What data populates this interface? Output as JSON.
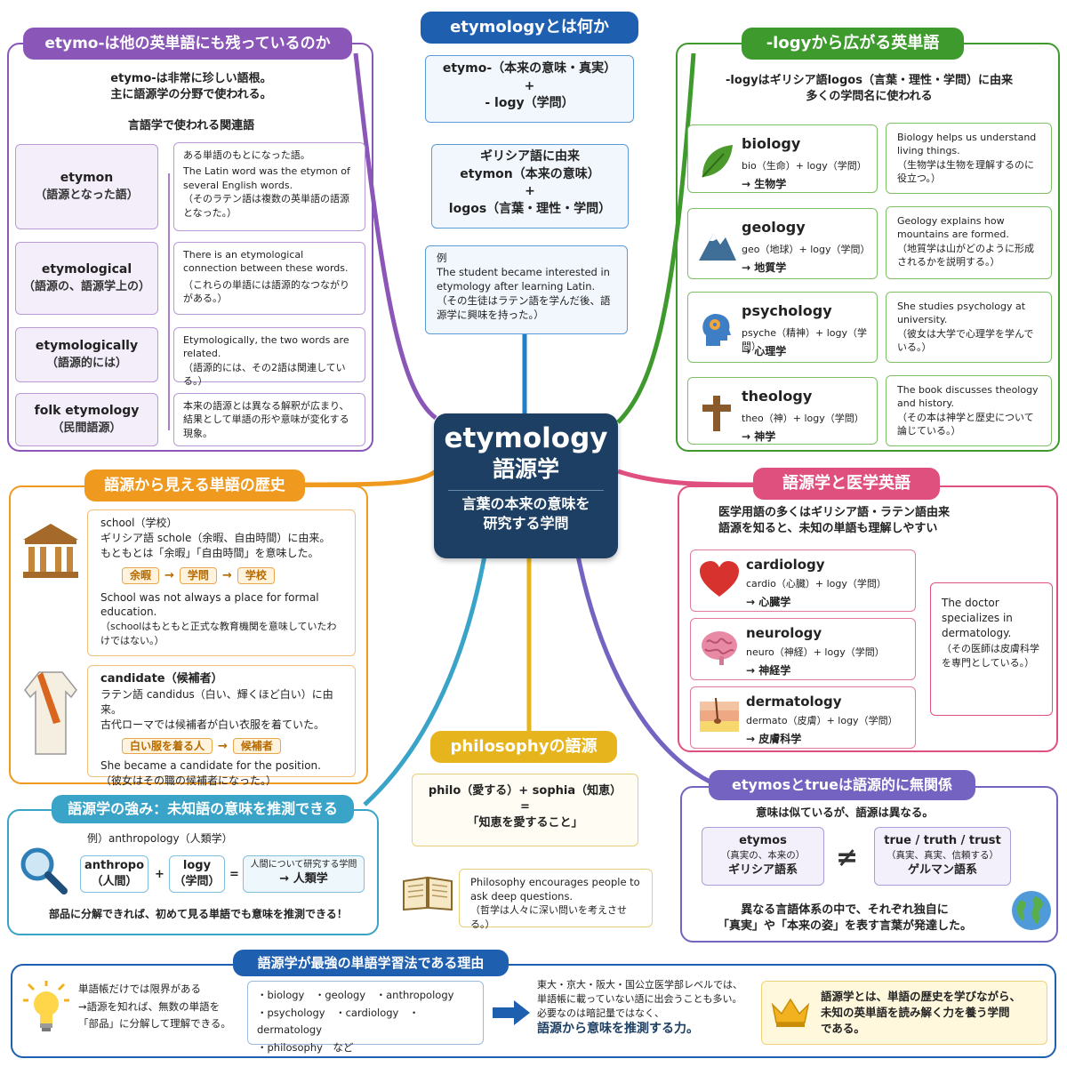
{
  "center": {
    "title_en": "etymology",
    "title_jp": "語源学",
    "subtitle_l1": "言葉の本来の意味を",
    "subtitle_l2": "研究する学問"
  },
  "top": {
    "header": "etymologyとは何か",
    "box1": {
      "l1": "etymo-（本来の意味・真実）",
      "l2": "+",
      "l3": "- logy（学問）"
    },
    "box2": {
      "l1": "ギリシア語に由来",
      "l2": "etymon（本来の意味）",
      "l3": "+",
      "l4": "logos（言葉・理性・学問）"
    },
    "box3": {
      "label": "例",
      "en": "The student became interested in etymology after learning Latin.",
      "jp": "（その生徒はラテン語を学んだ後、語源学に興味を持った。）"
    }
  },
  "etymo": {
    "header": "etymo-は他の英単語にも残っているのか",
    "intro": "etymo-は非常に珍しい語根。\n主に語源学の分野で使われる。",
    "subhead": "言語学で使われる関連語",
    "items": [
      {
        "word": "etymon",
        "jp": "（語源となった語）",
        "desc": "ある単語のもとになった語。",
        "en": "The Latin word was the etymon of several English words.",
        "tr": "（そのラテン語は複数の英単語の語源となった。）"
      },
      {
        "word": "etymological",
        "jp": "（語源の、語源学上の）",
        "desc": "",
        "en": "There is an etymological connection between these words.",
        "tr": "（これらの単語には語源的なつながりがある。）"
      },
      {
        "word": "etymologically",
        "jp": "（語源的には）",
        "desc": "",
        "en": "Etymologically, the two words are related.",
        "tr": "（語源的には、その2語は関連している。）"
      },
      {
        "word": "folk etymology",
        "jp": "（民間語源）",
        "desc": "本来の語源とは異なる解釈が広まり、結果として単語の形や意味が変化する現象。",
        "en": "",
        "tr": ""
      }
    ]
  },
  "logy": {
    "header": "-logyから広がる英単語",
    "intro": "-logyはギリシア語logos（言葉・理性・学問）に由来\n多くの学問名に使われる",
    "items": [
      {
        "word": "biology",
        "formula": "bio（生命）+ logy（学問）",
        "meaning": "→ 生物学",
        "icon": "leaf-icon",
        "en": "Biology helps us understand living things.",
        "tr": "（生物学は生物を理解するのに役立つ。）"
      },
      {
        "word": "geology",
        "formula": "geo（地球）+ logy（学問）",
        "meaning": "→ 地質学",
        "icon": "mountain-icon",
        "en": "Geology explains how mountains are formed.",
        "tr": "（地質学は山がどのように形成されるかを説明する。）"
      },
      {
        "word": "psychology",
        "formula": "psyche（精神）+ logy（学問）",
        "meaning": "→ 心理学",
        "icon": "head-gears-icon",
        "en": "She studies psychology at university.",
        "tr": "（彼女は大学で心理学を学んでいる。）"
      },
      {
        "word": "theology",
        "formula": "theo（神）+ logy（学問）",
        "meaning": "→ 神学",
        "icon": "cross-icon",
        "en": "The book discusses theology and history.",
        "tr": "（その本は神学と歴史について論じている。）"
      }
    ]
  },
  "history": {
    "header": "語源から見える単語の歴史",
    "school": {
      "title": "school（学校）",
      "desc": "ギリシア語 schole（余暇、自由時間）に由来。\nもともとは「余暇」「自由時間」を意味した。",
      "chips": [
        "余暇",
        "学問",
        "学校"
      ],
      "en": "School was not always a place for formal education.",
      "tr": "（schoolはもともと正式な教育機関を意味していたわけではない。）"
    },
    "candidate": {
      "title": "candidate（候補者）",
      "desc": "ラテン語 candidus（白い、輝くほど白い）に由来。\n古代ローマでは候補者が白い衣服を着ていた。",
      "chips": [
        "白い服を着る人",
        "候補者"
      ],
      "en": "She became a candidate for the position.",
      "tr": "（彼女はその職の候補者になった。）"
    }
  },
  "medical": {
    "header": "語源学と医学英語",
    "intro": "医学用語の多くはギリシア語・ラテン語由来\n語源を知ると、未知の単語も理解しやすい",
    "items": [
      {
        "word": "cardiology",
        "formula": "cardio（心臓）+ logy（学問）",
        "meaning": "→ 心臓学",
        "icon": "heart-icon"
      },
      {
        "word": "neurology",
        "formula": "neuro（神経）+ logy（学問）",
        "meaning": "→ 神経学",
        "icon": "brain-icon"
      },
      {
        "word": "dermatology",
        "formula": "dermato（皮膚）+ logy（学問）",
        "meaning": "→ 皮膚科学",
        "icon": "skin-icon"
      }
    ],
    "example_en": "The doctor specializes in dermatology.",
    "example_tr": "（その医師は皮膚科学を専門としている。）"
  },
  "strength": {
    "header": "語源学の強み：未知語の意味を推測できる",
    "example": "例）anthropology（人類学）",
    "part1": "anthropo\n（人間）",
    "plus": "+",
    "part2": "logy\n（学問）",
    "eq": "=",
    "result_top": "人間について研究する学問",
    "result": "→ 人類学",
    "note": "部品に分解できれば、初めて見る単語でも意味を推測できる！"
  },
  "philosophy": {
    "header": "philosophyの語源",
    "formula": "philo（愛する）+ sophia（知恵）",
    "eq": "=",
    "meaning": "「知恵を愛すること」",
    "en": "Philosophy encourages people to ask deep questions.",
    "tr": "（哲学は人々に深い問いを考えさせる。）"
  },
  "truth": {
    "header": "etymosとtrueは語源的に無関係",
    "intro": "意味は似ているが、語源は異なる。",
    "left": {
      "word": "etymos",
      "jp": "（真実の、本来の）",
      "origin": "ギリシア語系"
    },
    "neq": "≠",
    "right": {
      "word": "true / truth / trust",
      "jp": "（真実、真実、信頼する）",
      "origin": "ゲルマン語系"
    },
    "outro": "異なる言語体系の中で、それぞれ独自に\n「真実」や「本来の姿」を表す言葉が発達した。"
  },
  "bottom": {
    "header": "語源学が最強の単語学習法である理由",
    "tip": "単語帳だけでは限界がある\n→語源を知れば、無数の単語を\n「部品」に分解して理解できる。",
    "words": "・biology　・geology　・anthropology\n・psychology　・cardiology　・dermatology\n・philosophy　など",
    "exam": "東大・京大・阪大・国公立医学部レベルでは、\n単語帳に載っていない語に出会うことも多い。\n必要なのは暗記量ではなく、",
    "exam_strong": "語源から意味を推測する力。",
    "conclusion": "語源学とは、単語の歴史を学びながら、\n未知の英単語を読み解く力を養う学問\nである。"
  },
  "colors": {
    "purple": "#8a56b8",
    "blue": "#1f5fb0",
    "green": "#3f9a2e",
    "orange": "#ef9a1f",
    "pink": "#e0507f",
    "teal": "#3aa3c8",
    "yellow": "#e6b51d",
    "indigo": "#7563c1",
    "navy": "#1c3f63"
  }
}
